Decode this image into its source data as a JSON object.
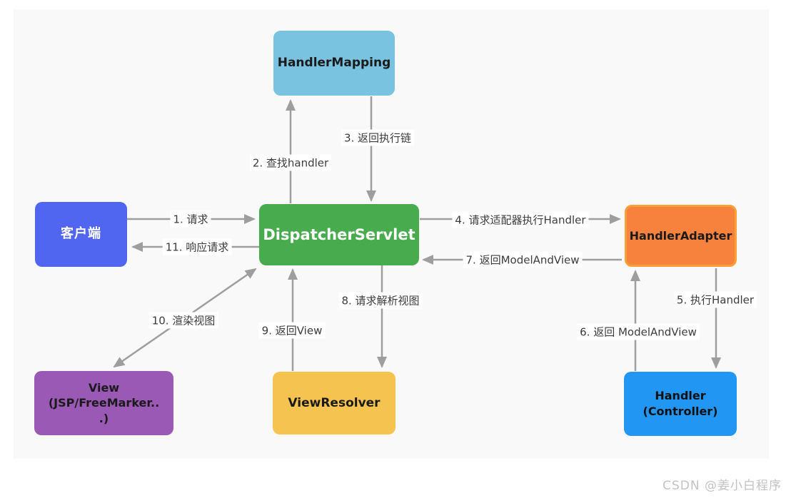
{
  "diagram": {
    "arrow_color": "#9e9e9e",
    "panel_bg": "#f9f9f9",
    "nodes": {
      "handler_mapping": {
        "label": "HandlerMapping",
        "bg": "#79c3e1",
        "text_color": "#1a1a1a"
      },
      "client": {
        "label": "客户端",
        "bg": "#5166f0",
        "text_color": "#ffffff"
      },
      "dispatcher_servlet": {
        "label": "DispatcherServlet",
        "bg": "#48ab4d",
        "text_color": "#ffffff"
      },
      "handler_adapter": {
        "label": "HandlerAdapter",
        "bg": "#f6823e",
        "border_color": "#fba036",
        "text_color": "#1a1a1a"
      },
      "view": {
        "lines": [
          "View",
          "(JSP/FreeMarker..",
          ".)"
        ],
        "bg": "#9b59b6",
        "text_color": "#1a1a1a"
      },
      "view_resolver": {
        "label": "ViewResolver",
        "bg": "#f5c34f",
        "text_color": "#1a1a1a"
      },
      "handler_controller": {
        "lines": [
          "Handler",
          "(Controller)"
        ],
        "bg": "#2196f3",
        "text_color": "#111111"
      }
    },
    "edges": {
      "step1": {
        "label": "1. 请求",
        "from": "client",
        "to": "dispatcher_servlet"
      },
      "step2": {
        "label": "2. 查找handler",
        "from": "dispatcher_servlet",
        "to": "handler_mapping"
      },
      "step3": {
        "label": "3. 返回执行链",
        "from": "handler_mapping",
        "to": "dispatcher_servlet"
      },
      "step4": {
        "label": "4. 请求适配器执行Handler",
        "from": "dispatcher_servlet",
        "to": "handler_adapter"
      },
      "step5": {
        "label": "5. 执行Handler",
        "from": "handler_adapter",
        "to": "handler_controller"
      },
      "step6": {
        "label": "6. 返回 ModelAndView",
        "from": "handler_controller",
        "to": "handler_adapter"
      },
      "step7": {
        "label": "7. 返回ModelAndView",
        "from": "handler_adapter",
        "to": "dispatcher_servlet"
      },
      "step8": {
        "label": "8. 请求解析视图",
        "from": "dispatcher_servlet",
        "to": "view_resolver"
      },
      "step9": {
        "label": "9. 返回View",
        "from": "view_resolver",
        "to": "dispatcher_servlet"
      },
      "step10": {
        "label": "10. 渲染视图",
        "from": "dispatcher_servlet",
        "to": "view"
      },
      "step11": {
        "label": "11. 响应请求",
        "from": "dispatcher_servlet",
        "to": "client"
      }
    }
  },
  "watermark": "CSDN @姜小白程序"
}
